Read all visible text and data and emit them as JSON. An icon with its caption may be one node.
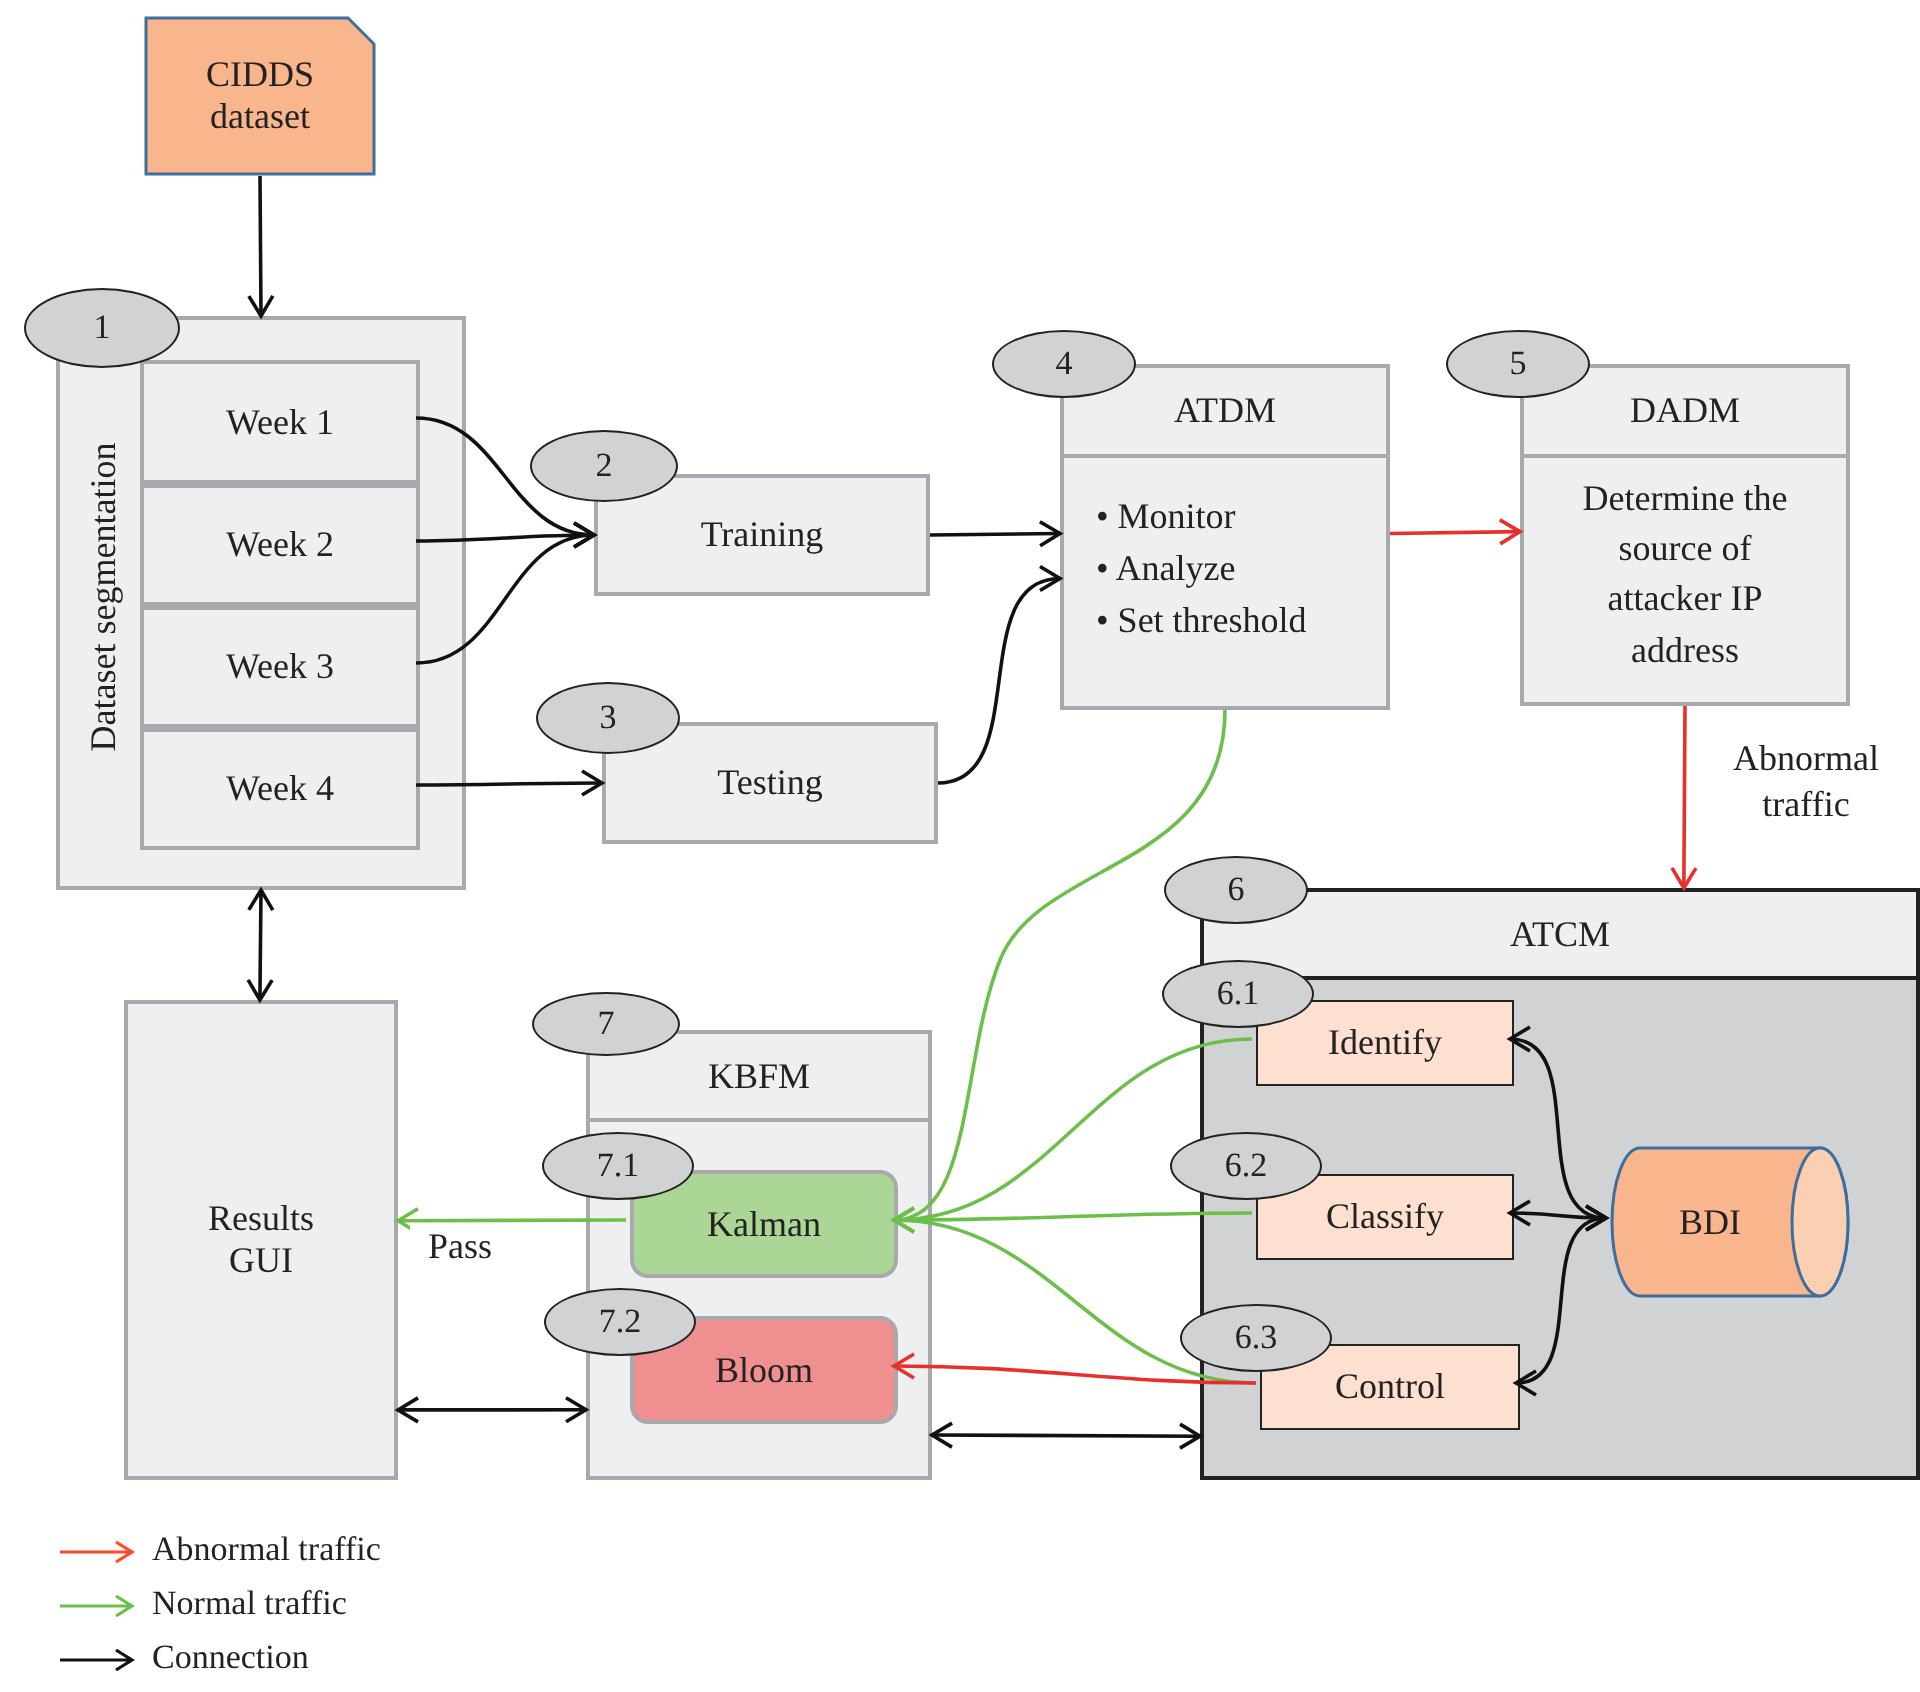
{
  "diagram": {
    "nodes": [
      {
        "text": [
          "CIDDS dataset"
        ]
      },
      {
        "text": [
          "Dataset segmentation"
        ]
      },
      {
        "text": [
          "Week 1"
        ],
        "in": 1
      },
      {
        "text": [
          "Week 2"
        ],
        "in": 1
      },
      {
        "text": [
          "Week 3"
        ],
        "in": 1
      },
      {
        "text": [
          "Week 4"
        ],
        "in": 1
      },
      {
        "text": [
          "1"
        ]
      },
      {
        "text": [
          "Training"
        ]
      },
      {
        "text": [
          "2"
        ]
      },
      {
        "text": [
          "Testing"
        ]
      },
      {
        "text": [
          "3"
        ]
      },
      {
        "text": [
          "ATDM",
          "• Monitor",
          "• Analyze",
          "• Set threshold"
        ]
      },
      {
        "text": [
          "4"
        ]
      },
      {
        "text": [
          "DADM",
          "Determine the source of attacker IP address"
        ]
      },
      {
        "text": [
          "5"
        ]
      },
      {
        "text": [
          "ATCM"
        ]
      },
      {
        "text": [
          "6"
        ]
      },
      {
        "text": [
          "Identify"
        ],
        "in": 15
      },
      {
        "text": [
          "6.1"
        ]
      },
      {
        "text": [
          "Classify"
        ],
        "in": 15
      },
      {
        "text": [
          "6.2"
        ]
      },
      {
        "text": [
          "Control"
        ],
        "in": 15
      },
      {
        "text": [
          "6.3"
        ]
      },
      {
        "text": [
          "BDI"
        ],
        "in": 15
      },
      {
        "text": [
          "KBFM"
        ]
      },
      {
        "text": [
          "7"
        ]
      },
      {
        "text": [
          "Kalman"
        ],
        "in": 24
      },
      {
        "text": [
          "7.1"
        ]
      },
      {
        "text": [
          "Bloom"
        ],
        "in": 24
      },
      {
        "text": [
          "7.2"
        ]
      },
      {
        "text": [
          "Results GUI"
        ]
      }
    ],
    "edges": [
      {
        "from": 0,
        "to": 1,
        "arrow": "to"
      },
      {
        "from": 2,
        "to": 7,
        "arrow": "to"
      },
      {
        "from": 3,
        "to": 7,
        "arrow": "to"
      },
      {
        "from": 4,
        "to": 7,
        "arrow": "to"
      },
      {
        "from": 5,
        "to": 9,
        "arrow": "to"
      },
      {
        "from": 7,
        "to": 11,
        "arrow": "to"
      },
      {
        "from": 9,
        "to": 11,
        "arrow": "to"
      },
      {
        "from": 11,
        "to": 13,
        "arrow": "to",
        "color": "#e8302a"
      },
      {
        "from": 13,
        "to": 15,
        "arrow": "to",
        "label": "Abnormal traffic",
        "color": "#e8302a"
      },
      {
        "from": 1,
        "to": 30,
        "arrow": "both"
      },
      {
        "from": 11,
        "to": 26,
        "arrow": "to",
        "color": "#6cc04a"
      },
      {
        "from": 17,
        "to": 26,
        "arrow": "to",
        "color": "#6cc04a"
      },
      {
        "from": 19,
        "to": 26,
        "arrow": "to",
        "color": "#6cc04a"
      },
      {
        "from": 21,
        "to": 26,
        "arrow": "to",
        "color": "#6cc04a"
      },
      {
        "from": 21,
        "to": 28,
        "arrow": "to",
        "color": "#e8302a"
      },
      {
        "from": 26,
        "to": 30,
        "arrow": "to",
        "label": "Pass",
        "color": "#6cc04a"
      },
      {
        "from": 30,
        "to": 24,
        "arrow": "both"
      },
      {
        "from": 24,
        "to": 15,
        "arrow": "both"
      },
      {
        "from": 23,
        "to": 17,
        "arrow": "both"
      },
      {
        "from": 23,
        "to": 19,
        "arrow": "both"
      },
      {
        "from": 23,
        "to": 21,
        "arrow": "both"
      }
    ],
    "legend": [
      {
        "text": "Abnormal traffic"
      },
      {
        "text": "Normal traffic"
      },
      {
        "text": "Connection"
      }
    ]
  }
}
